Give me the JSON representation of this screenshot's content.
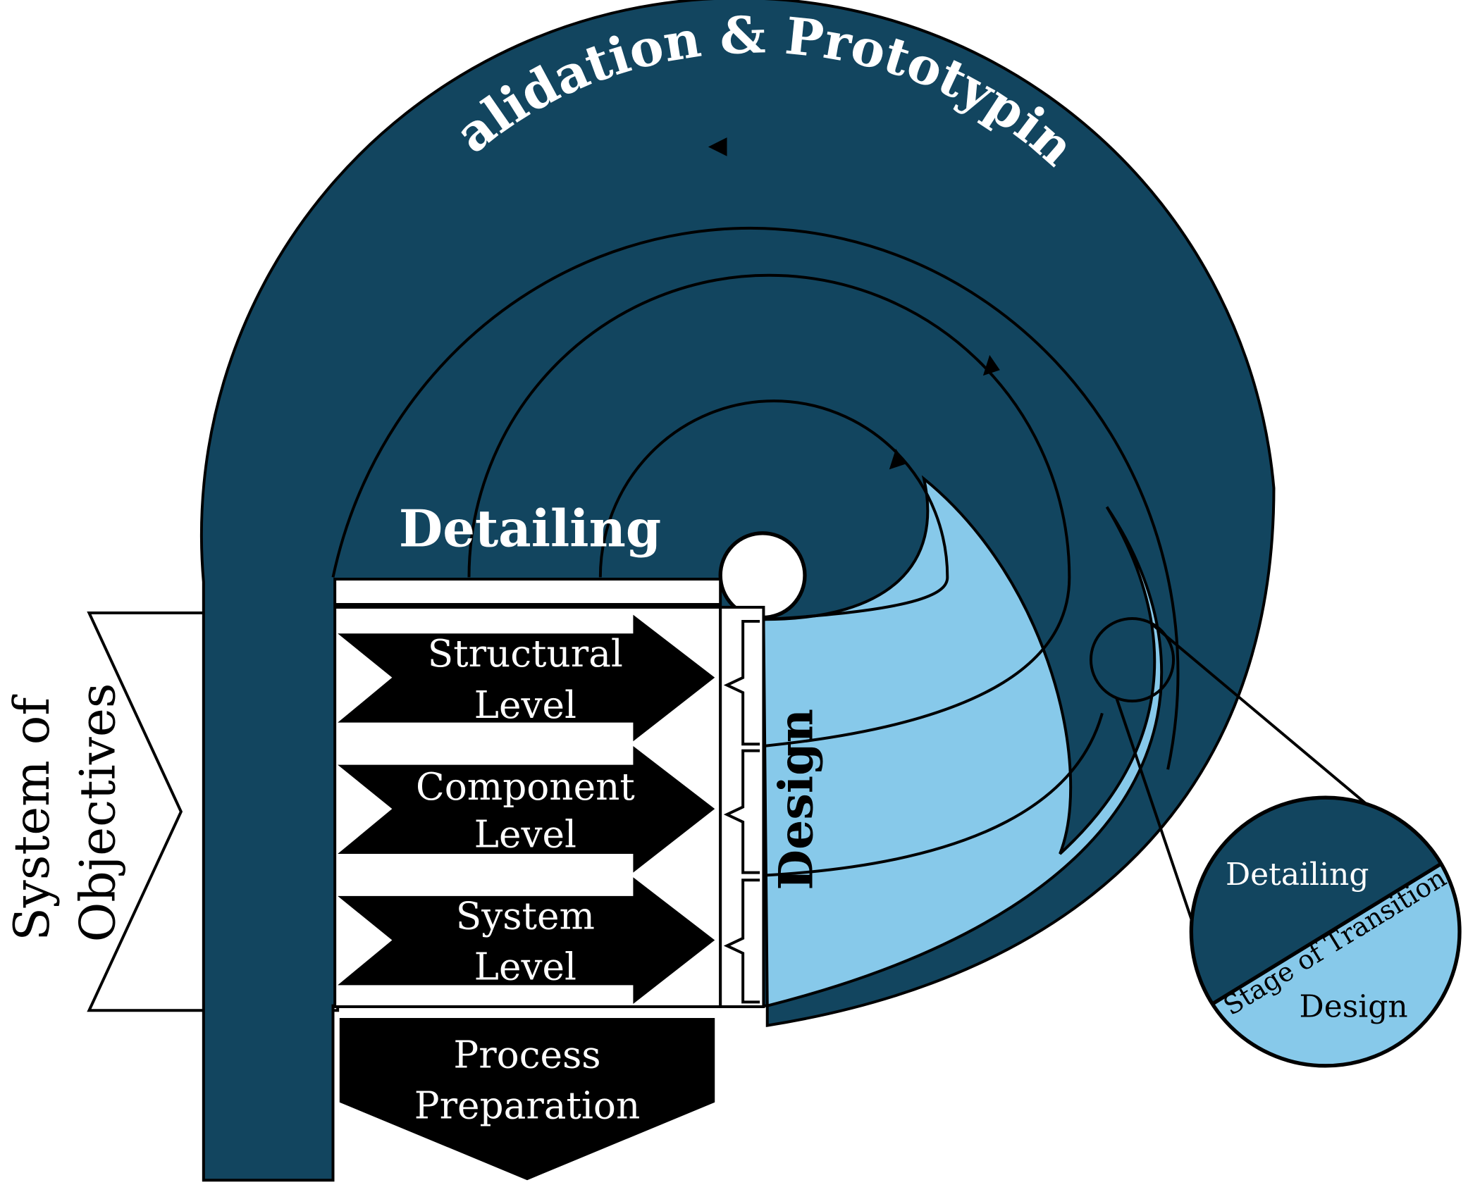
{
  "labels": {
    "validation": "Validation & Prototyping",
    "detailing": "Detailing",
    "design": "Design",
    "system_of_objectives": [
      "System of",
      "Objectives"
    ],
    "structural_level": [
      "Structural",
      "Level"
    ],
    "component_level": [
      "Component",
      "Level"
    ],
    "system_level": [
      "System",
      "Level"
    ],
    "process_preparation": [
      "Process",
      "Preparation"
    ]
  },
  "inset": {
    "detailing": "Detailing",
    "stage_of_transition": "Stage of Transition",
    "design": "Design"
  },
  "colors": {
    "dark_blue": "#12455f",
    "light_blue": "#87c9ea",
    "black": "#000000",
    "white": "#ffffff"
  }
}
